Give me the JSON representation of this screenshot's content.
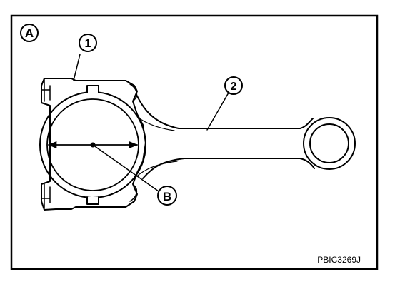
{
  "diagram": {
    "panel_label": "A",
    "callouts": [
      {
        "id": "1",
        "label": "1",
        "target": "bearing-cap"
      },
      {
        "id": "2",
        "label": "2",
        "target": "connecting-rod-beam"
      },
      {
        "id": "B",
        "label": "B",
        "target": "big-end-bore-diameter"
      }
    ],
    "figure_code": "PBIC3269J",
    "colors": {
      "line": "#000000",
      "background": "#ffffff"
    }
  }
}
